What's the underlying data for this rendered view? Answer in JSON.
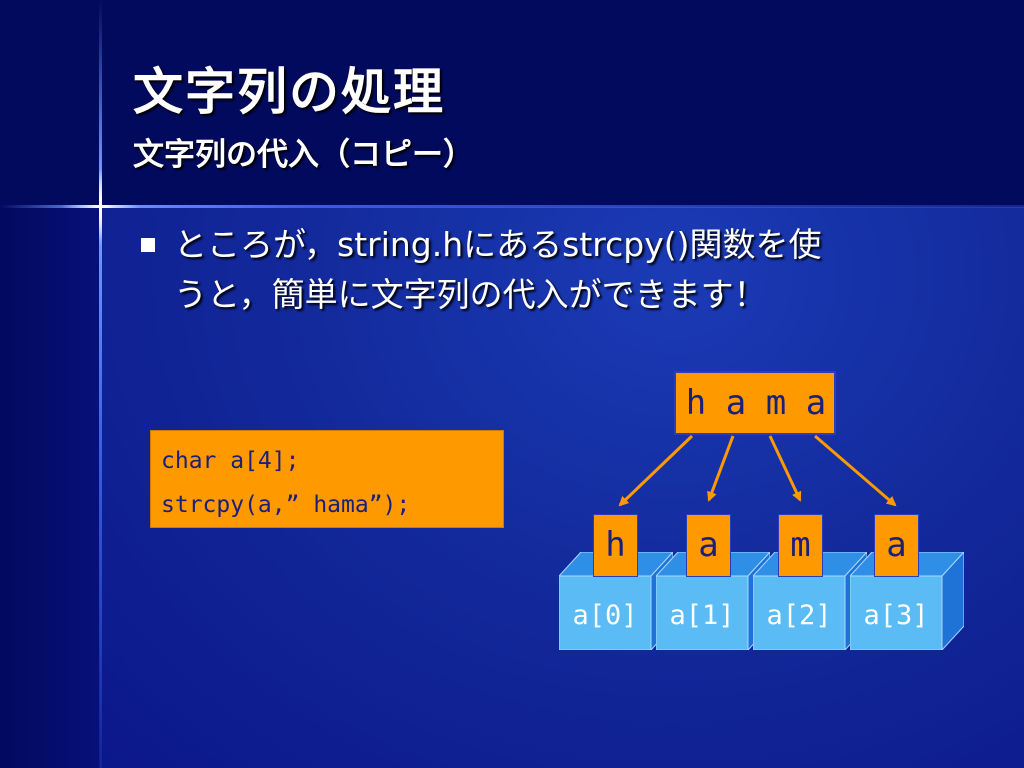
{
  "slide": {
    "title": "文字列の処理",
    "subtitle": "文字列の代入（コピー）"
  },
  "bullet": {
    "line1": "ところが，string.hにあるstrcpy()関数を使",
    "line2": "うと，簡単に文字列の代入ができます！"
  },
  "code": {
    "line1": "char a[4];",
    "line2": "strcpy(a,” hama”);"
  },
  "word": {
    "chars": [
      "h",
      "a",
      "m",
      "a"
    ]
  },
  "array": {
    "cells": [
      {
        "char": "h",
        "label": "a[0]"
      },
      {
        "char": "a",
        "label": "a[1]"
      },
      {
        "char": "m",
        "label": "a[2]"
      },
      {
        "char": "a",
        "label": "a[3]"
      }
    ]
  },
  "colors": {
    "accent_orange": "#ff9900",
    "cube_front": "#5bbcf5",
    "cube_top": "#2f8fe6",
    "cube_side": "#1f73d6",
    "background": "#0d148a"
  }
}
